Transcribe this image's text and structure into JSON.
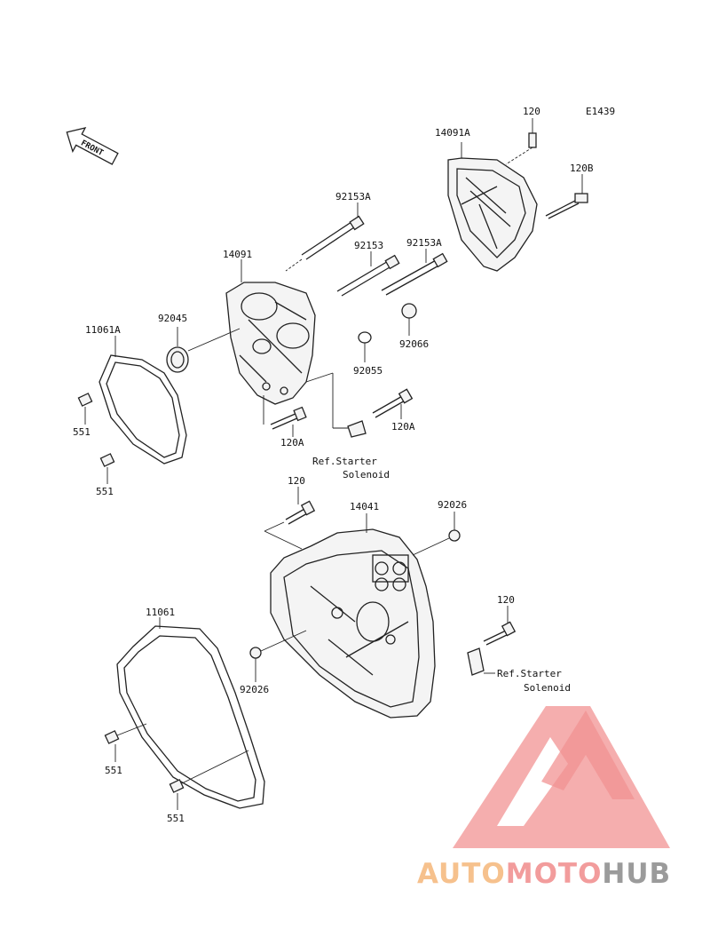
{
  "diagram": {
    "code": "E1439",
    "front_arrow_label": "FRONT",
    "labels": [
      {
        "id": "l120-top",
        "text": "120"
      },
      {
        "id": "l14091A",
        "text": "14091A"
      },
      {
        "id": "l120B",
        "text": "120B"
      },
      {
        "id": "l92153A-1",
        "text": "92153A"
      },
      {
        "id": "l92153",
        "text": "92153"
      },
      {
        "id": "l92153A-2",
        "text": "92153A"
      },
      {
        "id": "l14091",
        "text": "14091"
      },
      {
        "id": "l92045",
        "text": "92045"
      },
      {
        "id": "l11061A",
        "text": "11061A"
      },
      {
        "id": "l92066",
        "text": "92066"
      },
      {
        "id": "l92055",
        "text": "92055"
      },
      {
        "id": "l551-a",
        "text": "551"
      },
      {
        "id": "l120A-1",
        "text": "120A"
      },
      {
        "id": "l120A-2",
        "text": "120A"
      },
      {
        "id": "l551-b",
        "text": "551"
      },
      {
        "id": "l120-mid",
        "text": "120"
      },
      {
        "id": "l14041",
        "text": "14041"
      },
      {
        "id": "l92026-1",
        "text": "92026"
      },
      {
        "id": "l120-right",
        "text": "120"
      },
      {
        "id": "l11061",
        "text": "11061"
      },
      {
        "id": "l92026-2",
        "text": "92026"
      },
      {
        "id": "l551-c",
        "text": "551"
      },
      {
        "id": "l551-d",
        "text": "551"
      }
    ],
    "ref_notes": [
      {
        "line1": "Ref.Starter",
        "line2": "Solenoid"
      },
      {
        "line1": "Ref.Starter",
        "line2": "Solenoid"
      }
    ]
  },
  "watermark": {
    "part1": "AUTO",
    "part2": "MOTO",
    "part3": "HUB",
    "colors": {
      "auto": "#f5b77a",
      "moto": "#f08b8b",
      "hub": "#8a8a8a",
      "triangle": "#ef8080"
    }
  }
}
